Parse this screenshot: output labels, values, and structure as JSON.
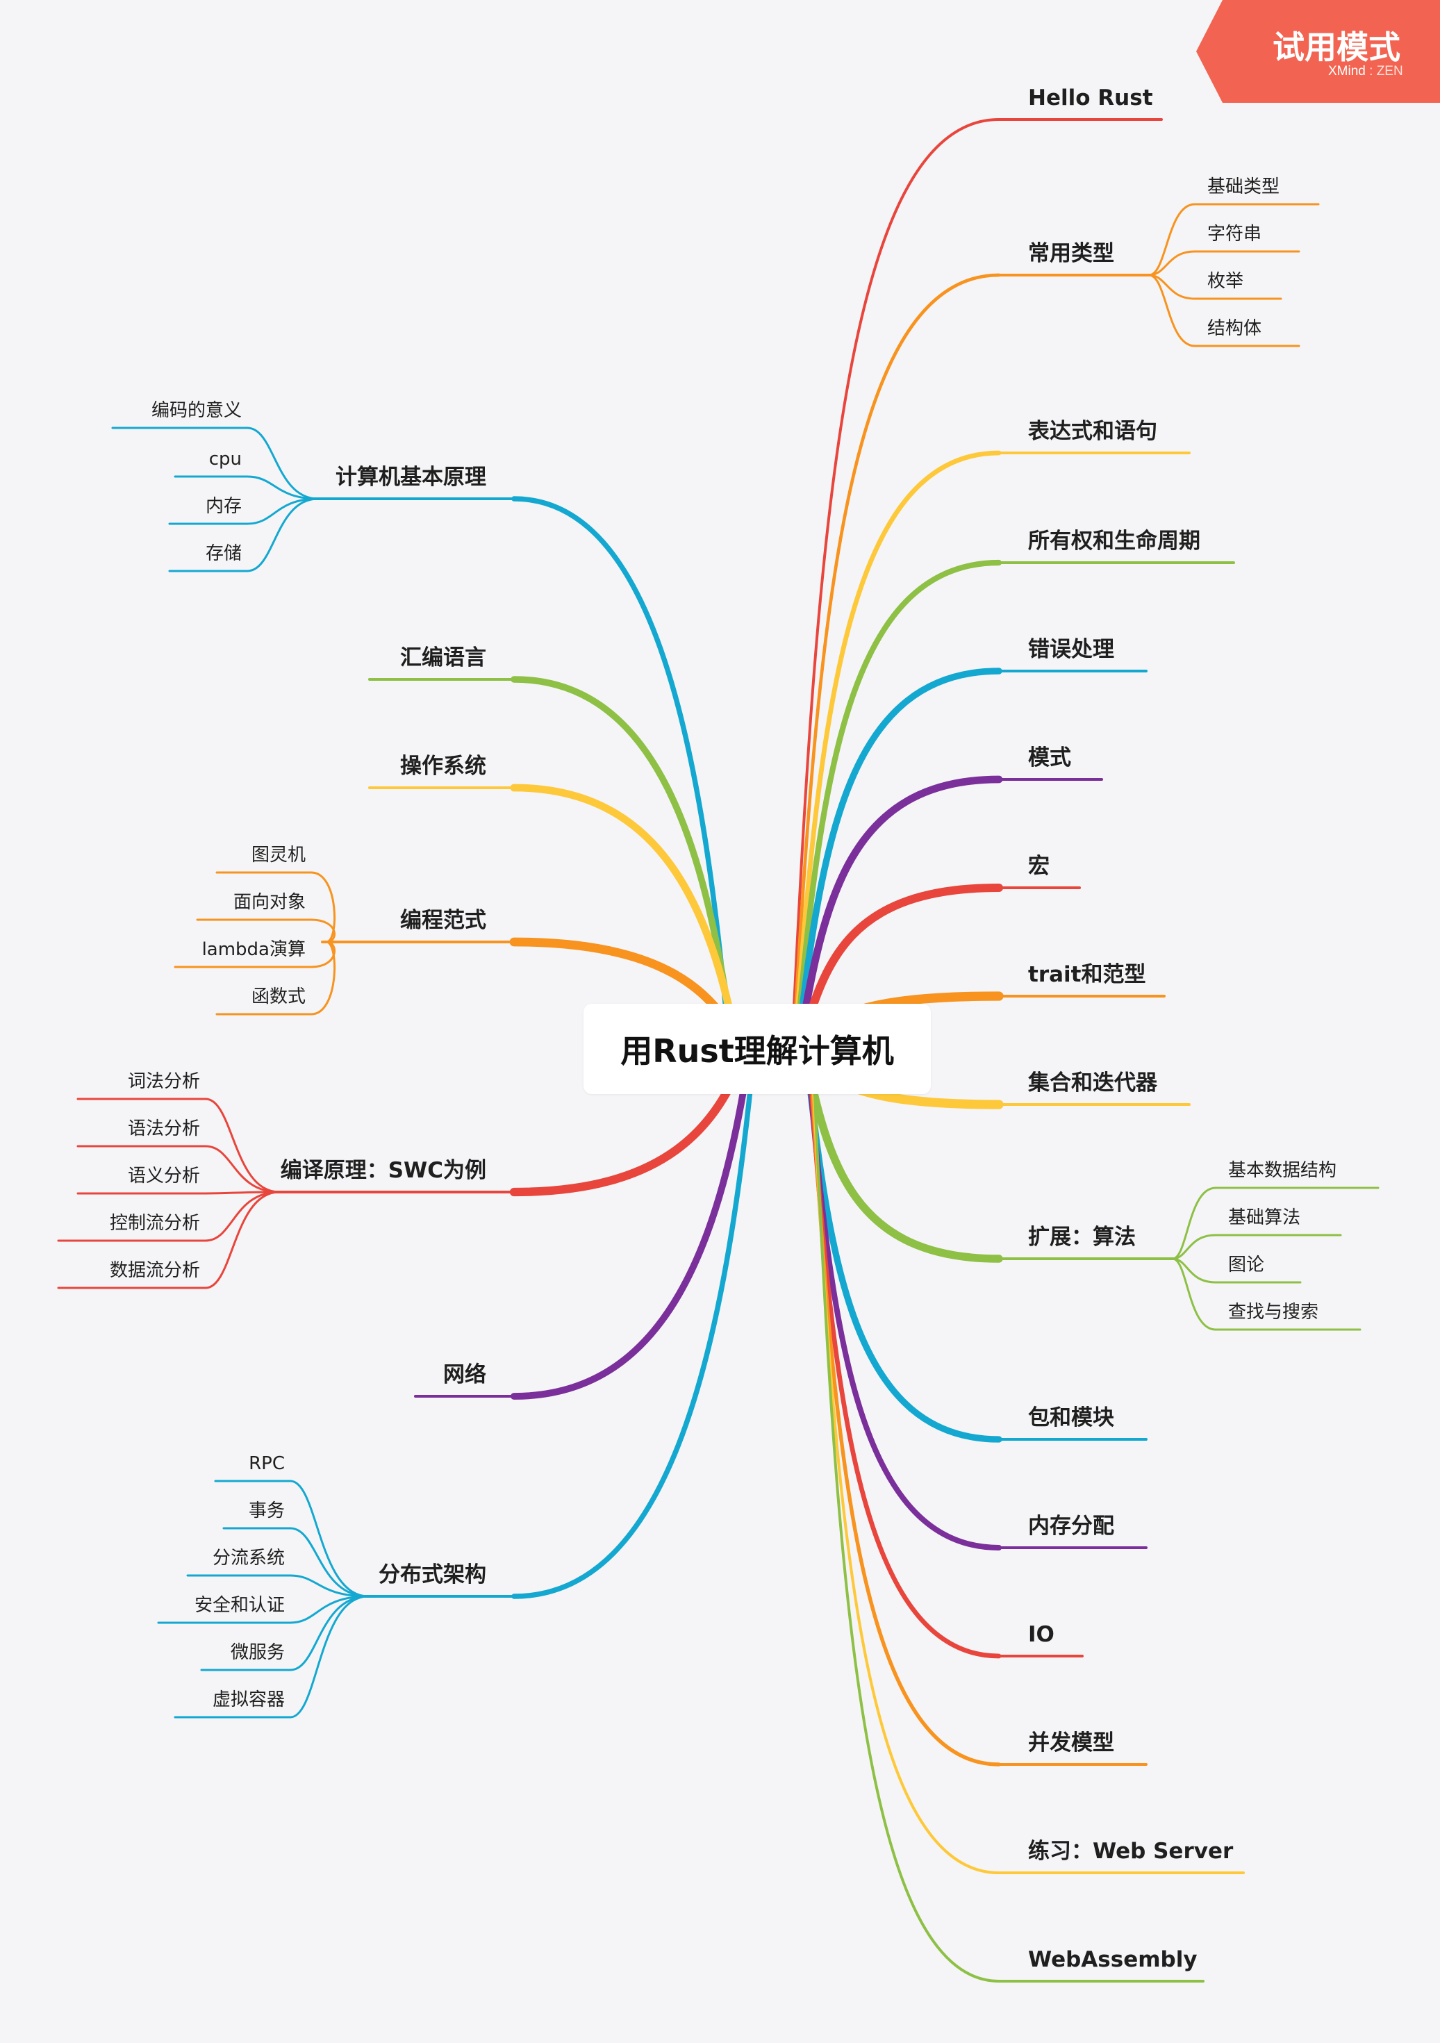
{
  "title": "用Rust理解计算机",
  "badge": {
    "text": "试用模式",
    "sub": "XMind",
    "sub2": "ZEN",
    "color": "#f26451"
  },
  "right_branches": [
    {
      "label": "Hello Rust",
      "color": "#e8453c",
      "children": []
    },
    {
      "label": "常用类型",
      "color": "#f7931e",
      "children": [
        "基础类型",
        "字符串",
        "枚举",
        "结构体"
      ]
    },
    {
      "label": "表达式和语句",
      "color": "#fdc93b",
      "children": []
    },
    {
      "label": "所有权和生命周期",
      "color": "#8dc045",
      "children": []
    },
    {
      "label": "错误处理",
      "color": "#14a8d1",
      "children": []
    },
    {
      "label": "模式",
      "color": "#7a2f9a",
      "children": []
    },
    {
      "label": "宏",
      "color": "#e8453c",
      "children": []
    },
    {
      "label": "trait和范型",
      "color": "#f7931e",
      "children": []
    },
    {
      "label": "集合和迭代器",
      "color": "#fdc93b",
      "children": []
    },
    {
      "label": "扩展：算法",
      "color": "#8dc045",
      "children": [
        "基本数据结构",
        "基础算法",
        "图论",
        "查找与搜索"
      ]
    },
    {
      "label": "包和模块",
      "color": "#14a8d1",
      "children": []
    },
    {
      "label": "内存分配",
      "color": "#7a2f9a",
      "children": []
    },
    {
      "label": "IO",
      "color": "#e8453c",
      "children": []
    },
    {
      "label": "并发模型",
      "color": "#f7931e",
      "children": []
    },
    {
      "label": "练习：Web Server",
      "color": "#fdc93b",
      "children": []
    },
    {
      "label": "WebAssembly",
      "color": "#8dc045",
      "children": []
    }
  ],
  "left_branches": [
    {
      "label": "计算机基本原理",
      "color": "#14a8d1",
      "children": [
        "编码的意义",
        "cpu",
        "内存",
        "存储"
      ]
    },
    {
      "label": "汇编语言",
      "color": "#8dc045",
      "children": []
    },
    {
      "label": "操作系统",
      "color": "#fdc93b",
      "children": []
    },
    {
      "label": "编程范式",
      "color": "#f7931e",
      "children": [
        "图灵机",
        "面向对象",
        "lambda演算",
        "函数式"
      ]
    },
    {
      "label": "编译原理：SWC为例",
      "color": "#e8453c",
      "children": [
        "词法分析",
        "语法分析",
        "语义分析",
        "控制流分析",
        "数据流分析"
      ]
    },
    {
      "label": "网络",
      "color": "#7a2f9a",
      "children": []
    },
    {
      "label": "分布式架构",
      "color": "#14a8d1",
      "children": [
        "RPC",
        "事务",
        "分流系统",
        "安全和认证",
        "微服务",
        "虚拟容器"
      ]
    }
  ]
}
